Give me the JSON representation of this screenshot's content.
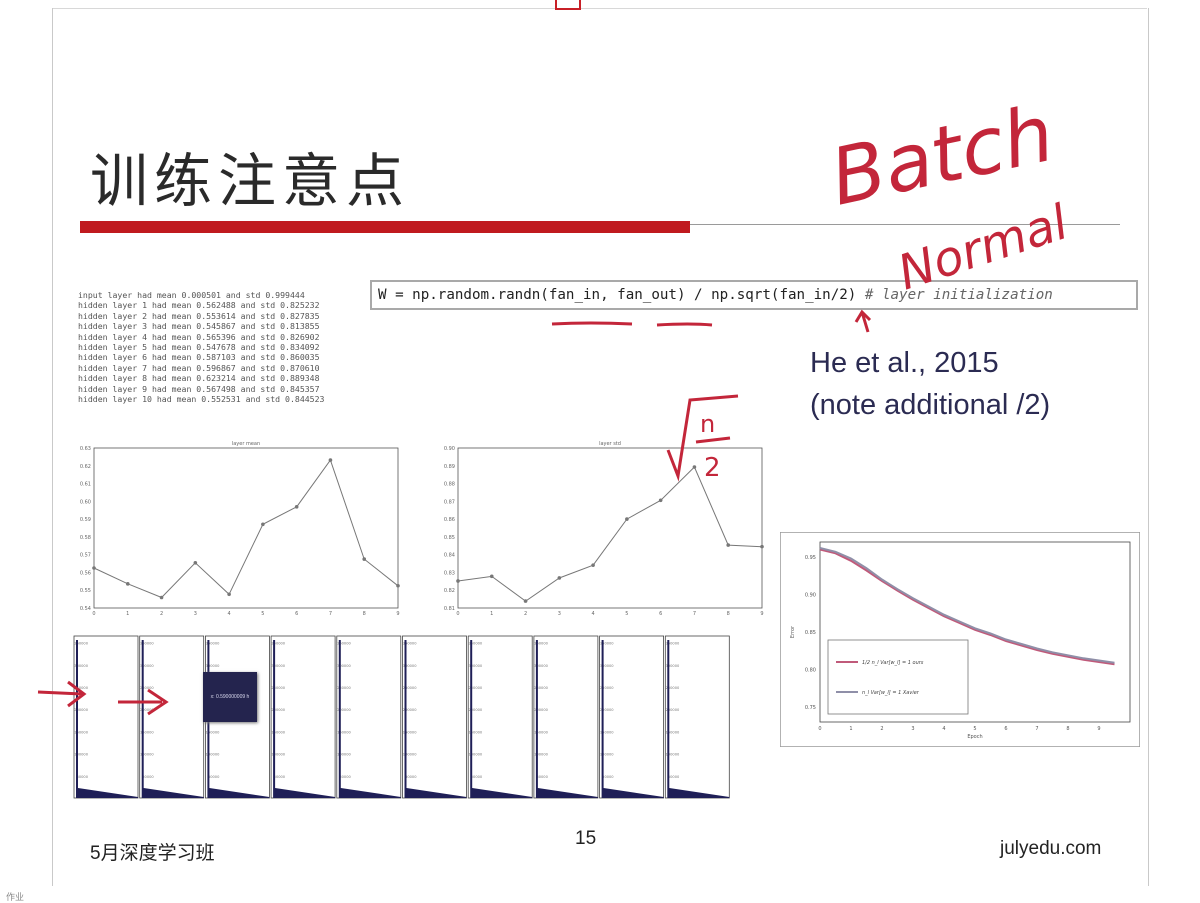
{
  "slide": {
    "title": "训练注意点",
    "page_number": "15",
    "footer_left": "5月深度学习班",
    "footer_right": "julyedu.com",
    "footer_small": "作业"
  },
  "console_lines": [
    "input layer had mean 0.000501 and std 0.999444",
    "hidden layer 1 had mean 0.562488 and std 0.825232",
    "hidden layer 2 had mean 0.553614 and std 0.827835",
    "hidden layer 3 had mean 0.545867 and std 0.813855",
    "hidden layer 4 had mean 0.565396 and std 0.826902",
    "hidden layer 5 had mean 0.547678 and std 0.834092",
    "hidden layer 6 had mean 0.587103 and std 0.860035",
    "hidden layer 7 had mean 0.596867 and std 0.870610",
    "hidden layer 8 had mean 0.623214 and std 0.889348",
    "hidden layer 9 had mean 0.567498 and std 0.845357",
    "hidden layer 10 had mean 0.552531 and std 0.844523"
  ],
  "code": {
    "main": "W = np.random.randn(fan_in, fan_out) / np.sqrt(fan_in/2)",
    "comment": " # layer initialization"
  },
  "citation": {
    "line1": "He et al., 2015",
    "line2": "(note additional /2)"
  },
  "handwriting": {
    "word1": "Batch",
    "word2": "Normal",
    "sqrt_num": "n",
    "sqrt_den": "2"
  },
  "tooltip_text": "x: 0.590000009 h",
  "chart_data": [
    {
      "type": "line",
      "title": "layer mean",
      "x": [
        0,
        1,
        2,
        3,
        4,
        5,
        6,
        7,
        8,
        9
      ],
      "series": [
        {
          "values": [
            0.5625,
            0.5536,
            0.5459,
            0.5654,
            0.5477,
            0.5871,
            0.5969,
            0.6232,
            0.5675,
            0.5525
          ]
        }
      ],
      "ylim": [
        0.54,
        0.63
      ],
      "y_ticks": [
        "0.54",
        "0.55",
        "0.56",
        "0.57",
        "0.58",
        "0.59",
        "0.60",
        "0.61",
        "0.62",
        "0.63"
      ],
      "x_ticks": [
        "0",
        "1",
        "2",
        "3",
        "4",
        "5",
        "6",
        "7",
        "8",
        "9"
      ],
      "grid": false
    },
    {
      "type": "line",
      "title": "layer std",
      "x": [
        0,
        1,
        2,
        3,
        4,
        5,
        6,
        7,
        8,
        9
      ],
      "series": [
        {
          "values": [
            0.8252,
            0.8278,
            0.8139,
            0.8269,
            0.8341,
            0.86,
            0.8706,
            0.8893,
            0.8454,
            0.8445
          ]
        }
      ],
      "ylim": [
        0.81,
        0.9
      ],
      "y_ticks": [
        "0.81",
        "0.82",
        "0.83",
        "0.84",
        "0.85",
        "0.86",
        "0.87",
        "0.88",
        "0.89",
        "0.90"
      ],
      "x_ticks": [
        "0",
        "1",
        "2",
        "3",
        "4",
        "5",
        "6",
        "7",
        "8",
        "9"
      ],
      "grid": false
    },
    {
      "type": "area",
      "title": "per-layer activation histograms",
      "panels": 10,
      "y_ticks": [
        "50000",
        "100000",
        "150000",
        "200000",
        "250000",
        "300000",
        "350000"
      ],
      "ylim": [
        0,
        350000
      ],
      "shape": "tall spike at 0 then decaying tail"
    },
    {
      "type": "line",
      "title": "",
      "xlabel": "Epoch",
      "ylabel": "Error",
      "x_ticks": [
        "0",
        "1",
        "2",
        "3",
        "4",
        "5",
        "6",
        "7",
        "8",
        "9"
      ],
      "y_ticks": [
        "0.75",
        "0.80",
        "0.85",
        "0.90",
        "0.95"
      ],
      "ylim": [
        0.73,
        0.97
      ],
      "xlim": [
        0,
        10
      ],
      "series": [
        {
          "name": "ours",
          "color": "#c05a7a",
          "x": [
            0,
            0.5,
            1,
            1.5,
            2,
            2.5,
            3,
            3.5,
            4,
            4.5,
            5,
            5.5,
            6,
            6.5,
            7,
            7.5,
            8,
            8.5,
            9,
            9.5
          ],
          "values": [
            0.96,
            0.955,
            0.945,
            0.932,
            0.918,
            0.905,
            0.893,
            0.882,
            0.871,
            0.862,
            0.853,
            0.846,
            0.838,
            0.832,
            0.826,
            0.821,
            0.817,
            0.813,
            0.81,
            0.807
          ]
        },
        {
          "name": "Xavier",
          "color": "#8f8fa8",
          "x": [
            0,
            0.5,
            1,
            1.5,
            2,
            2.5,
            3,
            3.5,
            4,
            4.5,
            5,
            5.5,
            6,
            6.5,
            7,
            7.5,
            8,
            8.5,
            9,
            9.5
          ],
          "values": [
            0.962,
            0.957,
            0.948,
            0.935,
            0.92,
            0.907,
            0.895,
            0.884,
            0.873,
            0.864,
            0.855,
            0.848,
            0.84,
            0.834,
            0.828,
            0.823,
            0.819,
            0.815,
            0.812,
            0.809
          ]
        }
      ],
      "legend_placement": "bottom-left",
      "legend": [
        "1/2 n_l Var[w_l] = 1  ours",
        "n_l Var[w_l] = 1  Xavier"
      ]
    }
  ],
  "colors": {
    "accent_red": "#c01a1f",
    "ink_red": "#c3263a",
    "histogram_fill": "#1f1f57"
  }
}
